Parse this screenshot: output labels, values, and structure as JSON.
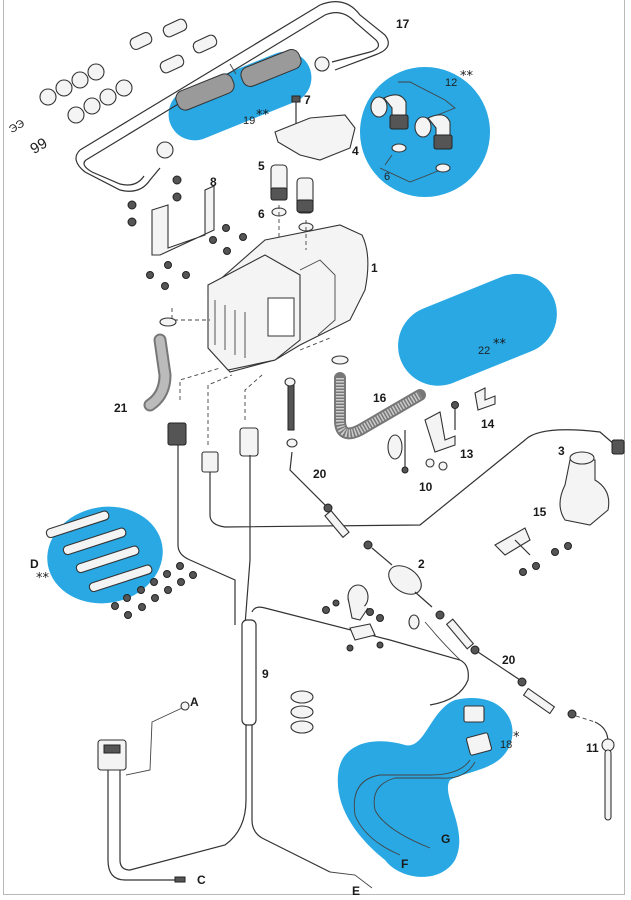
{
  "diagram": {
    "type": "exploded-parts-diagram",
    "subject": "Coolant heater installation kit",
    "highlight_color": "#29a8e4",
    "line_color": "#333333",
    "background_color": "#ffffff"
  },
  "part_labels": {
    "p1": "1",
    "p2": "2",
    "p3": "3",
    "p4": "4",
    "p5": "5",
    "p6a": "6",
    "p6b": "6",
    "p7": "7",
    "p8": "8",
    "p9": "9",
    "p10": "10",
    "p11": "11",
    "p12": "12",
    "p13": "13",
    "p14": "14",
    "p15": "15",
    "p16": "16",
    "p17": "17",
    "p18": "18",
    "p19": "19",
    "p20a": "20",
    "p20b": "20",
    "p21": "21",
    "p22": "22"
  },
  "connector_labels": {
    "A": "A",
    "C": "C",
    "D": "D",
    "E": "E",
    "F": "F",
    "G": "G"
  },
  "markers": {
    "p12": "**",
    "p19": "**",
    "p22": "**",
    "D": "**",
    "p18": "*"
  },
  "highlighted_parts": [
    "19",
    "12",
    "22",
    "D",
    "18"
  ]
}
